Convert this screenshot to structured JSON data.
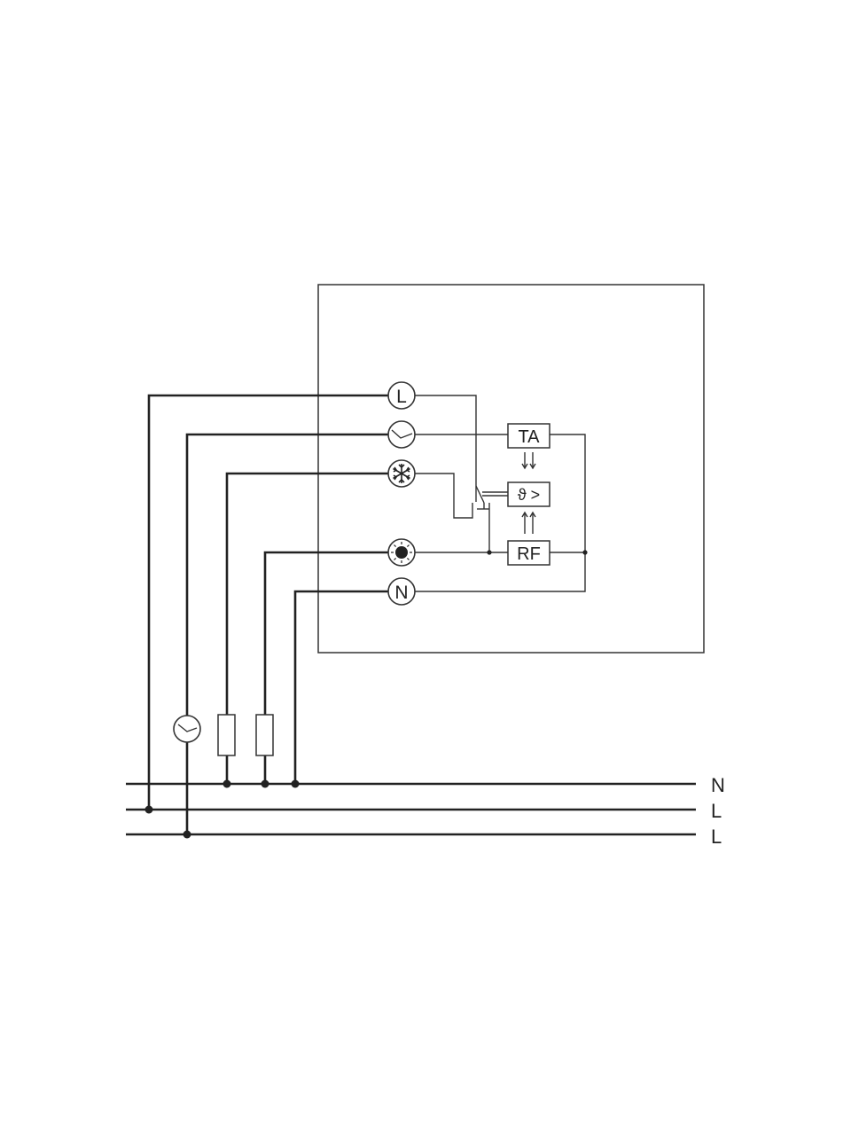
{
  "diagram": {
    "terminals": {
      "L": {
        "label": "L",
        "symbol": "letter"
      },
      "clock": {
        "symbol": "clock-icon"
      },
      "cool": {
        "symbol": "snowflake-icon"
      },
      "heat": {
        "symbol": "sun-icon"
      },
      "N": {
        "label": "N",
        "symbol": "letter"
      }
    },
    "blocks": {
      "ta": "TA",
      "thermostat": "ϑ >",
      "rf": "RF"
    },
    "bus_lines": [
      {
        "label": "N"
      },
      {
        "label": "L"
      },
      {
        "label": "L"
      }
    ],
    "loads": [
      {
        "type": "timer",
        "symbol": "clock-icon"
      },
      {
        "type": "resistor"
      },
      {
        "type": "resistor"
      }
    ],
    "colors": {
      "line": "#222222",
      "background": "#ffffff"
    }
  }
}
